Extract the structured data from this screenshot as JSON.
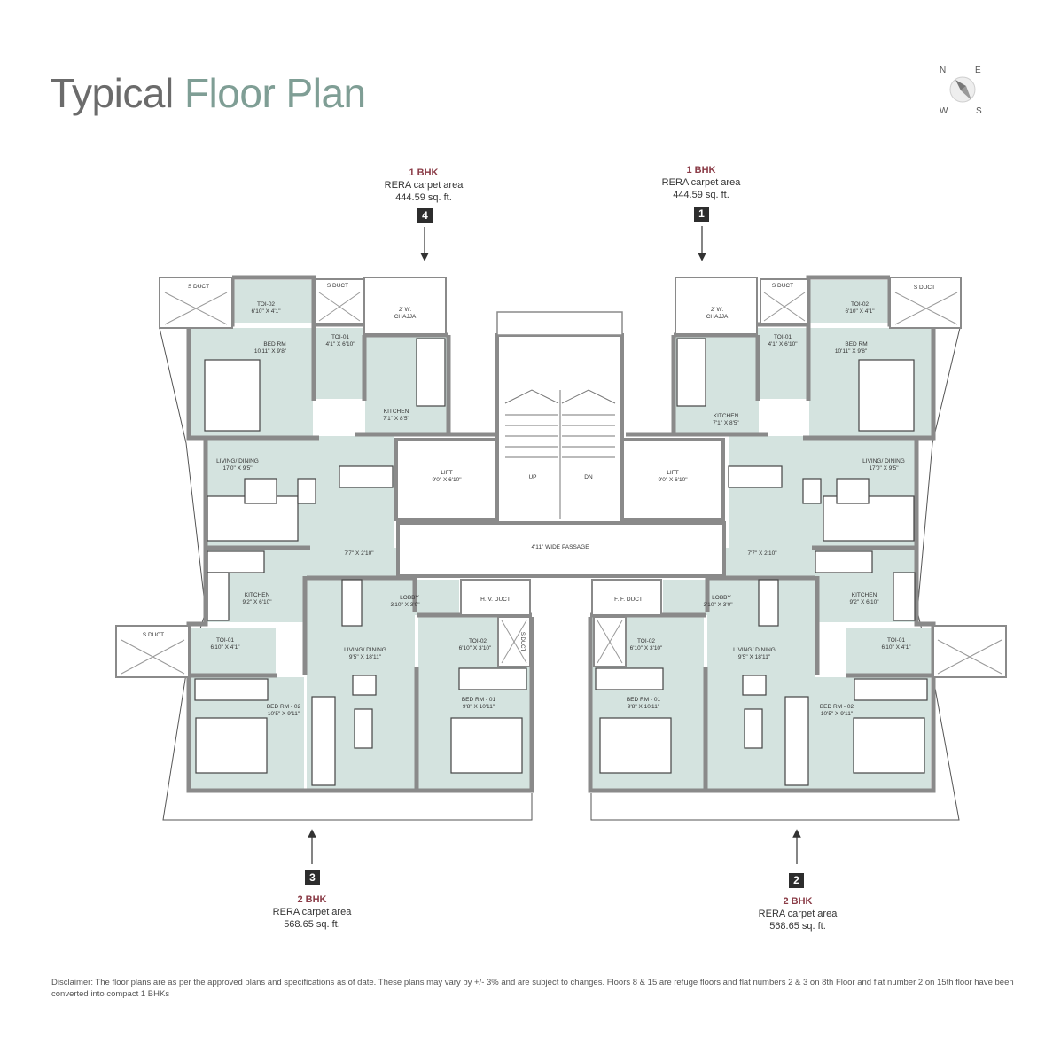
{
  "header": {
    "title_light": "Typical",
    "title_bold": "Floor Plan"
  },
  "compass": {
    "n": "N",
    "e": "E",
    "w": "W",
    "s": "S"
  },
  "units": [
    {
      "number": "4",
      "type": "1 BHK",
      "area_label": "RERA carpet area",
      "area": "444.59 sq. ft."
    },
    {
      "number": "1",
      "type": "1 BHK",
      "area_label": "RERA carpet area",
      "area": "444.59 sq. ft."
    },
    {
      "number": "3",
      "type": "2 BHK",
      "area_label": "RERA carpet area",
      "area": "568.65 sq. ft."
    },
    {
      "number": "2",
      "type": "2 BHK",
      "area_label": "RERA carpet area",
      "area": "568.65 sq. ft."
    }
  ],
  "rooms": {
    "s_duct": "S DUCT",
    "toi02_tl": [
      "TOI-02",
      "6'10\" X 4'1\""
    ],
    "toi01_tl": [
      "TOI-01",
      "4'1\" X 6'10\""
    ],
    "chajja": [
      "2' W.",
      "CHAJJA"
    ],
    "bed_tl": [
      "BED RM",
      "10'11\" X 9'8\""
    ],
    "kitchen_t": [
      "KITCHEN",
      "7'1\" X 8'5\""
    ],
    "living_t": [
      "LIVING/ DINING",
      "17'0\" X 9'5\""
    ],
    "lift": [
      "LIFT",
      "9'0\" X 6'10\""
    ],
    "up": "UP",
    "dn": "DN",
    "passage": "4'11\" WIDE PASSAGE",
    "corridor": "7'7\" X 2'10\"",
    "kitchen_b": [
      "KITCHEN",
      "9'2\" X 6'10\""
    ],
    "lobby": [
      "LOBBY",
      "3'10\" X 3'0\""
    ],
    "hv_duct": "H. V. DUCT",
    "ff_duct": "F. F. DUCT",
    "toi01_b": [
      "TOI-01",
      "6'10\" X 4'1\""
    ],
    "living_b": [
      "LIVING/ DINING",
      "9'5\" X 18'11\""
    ],
    "toi02_b": [
      "TOI-02",
      "6'10\" X 3'10\""
    ],
    "bed2_b": [
      "BED RM - 02",
      "10'5\" X 9'11\""
    ],
    "bed1_b": [
      "BED RM - 01",
      "9'8\" X 10'11\""
    ]
  },
  "colors": {
    "room_fill": "#d4e3df",
    "wall": "#8a8a8a",
    "accent": "#7f9e95",
    "unit_type": "#8a3b46"
  },
  "disclaimer": "Disclaimer: The floor plans are as per the approved plans and specifications as of date. These plans may vary by +/- 3% and are subject to changes. Floors 8 & 15 are refuge floors and flat numbers 2 & 3 on 8th Floor and flat number 2 on 15th floor have been converted into compact 1 BHKs"
}
